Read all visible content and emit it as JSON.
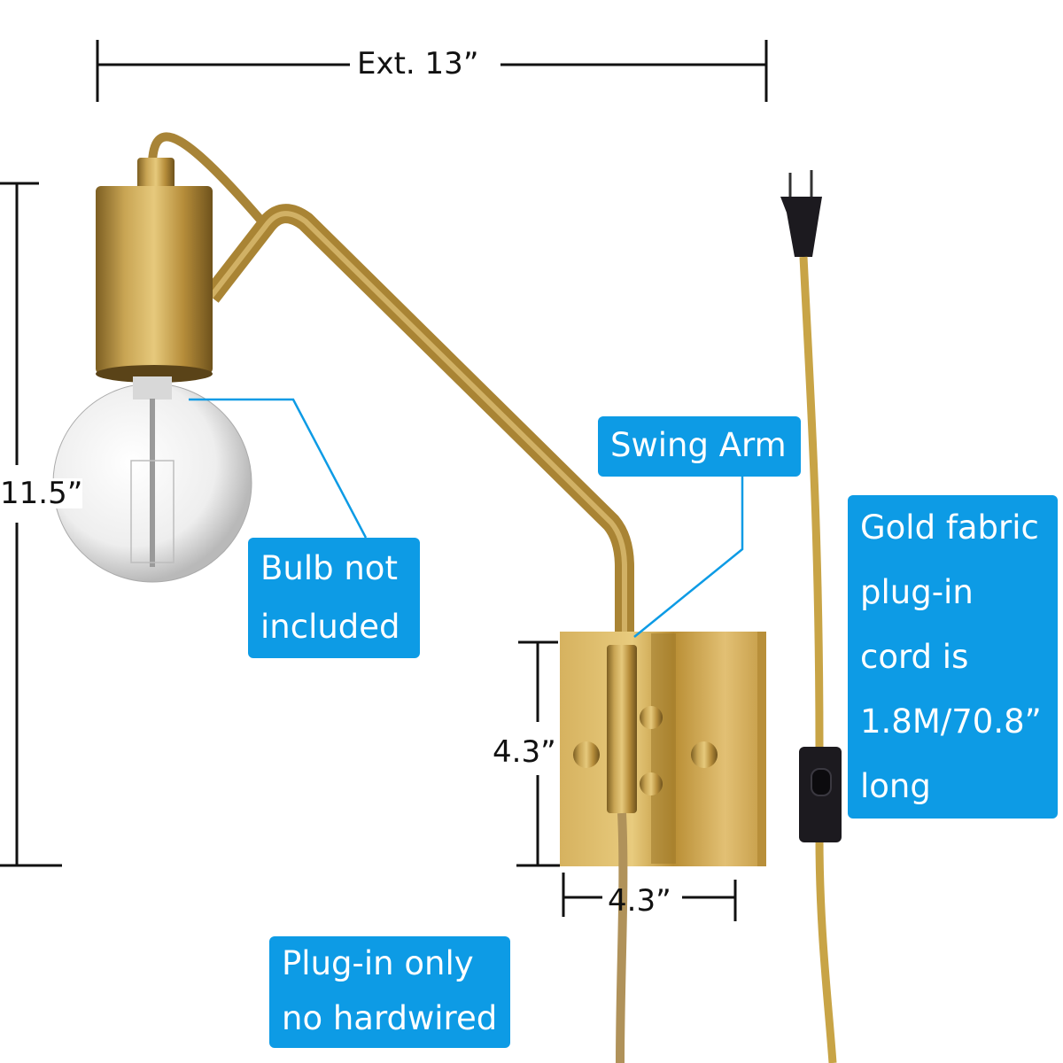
{
  "product": "Plug-in swing arm wall sconce (brass finish)",
  "dimensions": {
    "extension": "Ext. 13”",
    "height": "11.5”",
    "backplate_height": "4.3”",
    "backplate_width": "4.3”"
  },
  "callouts": {
    "bulb": [
      "Bulb not",
      "included"
    ],
    "swing_arm": [
      "Swing Arm"
    ],
    "cord": [
      "Gold fabric",
      "plug-in",
      "cord is",
      "1.8M/70.8”",
      "long"
    ],
    "plug_in": [
      "Plug-in only",
      "no hardwired"
    ]
  },
  "colors": {
    "callout_blue": "#0d9be5",
    "brass": "#c19a45",
    "brass_dark": "#8a6a25",
    "switch_black": "#1c1a1f",
    "dimension_line": "#111111"
  }
}
